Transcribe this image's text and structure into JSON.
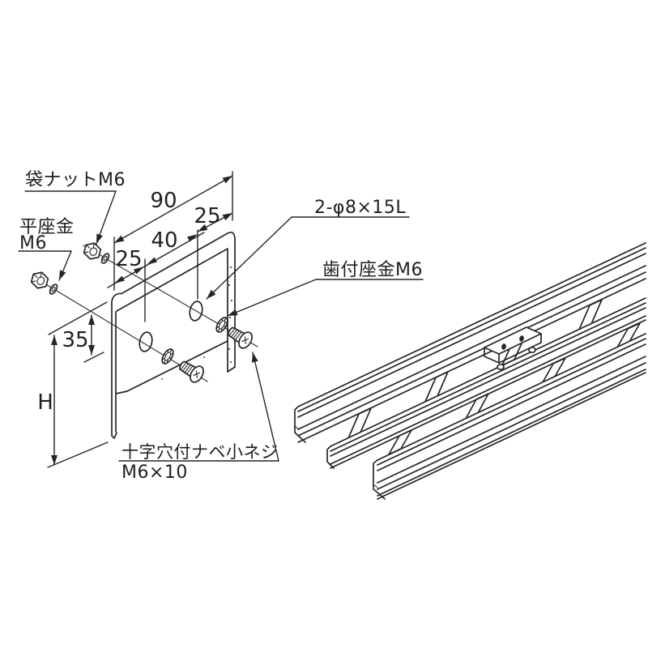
{
  "diagram_title": "bracket-to-cable-rack mounting exploded diagram",
  "colors": {
    "background": "#ffffff",
    "line": "#262626",
    "text": "#1f1f1f"
  },
  "callouts": {
    "cap_nut": {
      "label": "袋ナットM6"
    },
    "flat_washer": {
      "label_line1": "平座金",
      "label_line2": "M6"
    },
    "slot_holes": {
      "label": "2-φ8×15L"
    },
    "toothed_washer": {
      "label": "歯付座金M6"
    },
    "pan_head_screw": {
      "label_line1": "十字穴付ナベ小ネジ",
      "label_line2": "M6×10"
    }
  },
  "dimensions": {
    "overall_width": "90",
    "right_offset": "25",
    "hole_pitch": "40",
    "left_offset": "25",
    "top_to_hole": "35",
    "bracket_height": "H"
  }
}
